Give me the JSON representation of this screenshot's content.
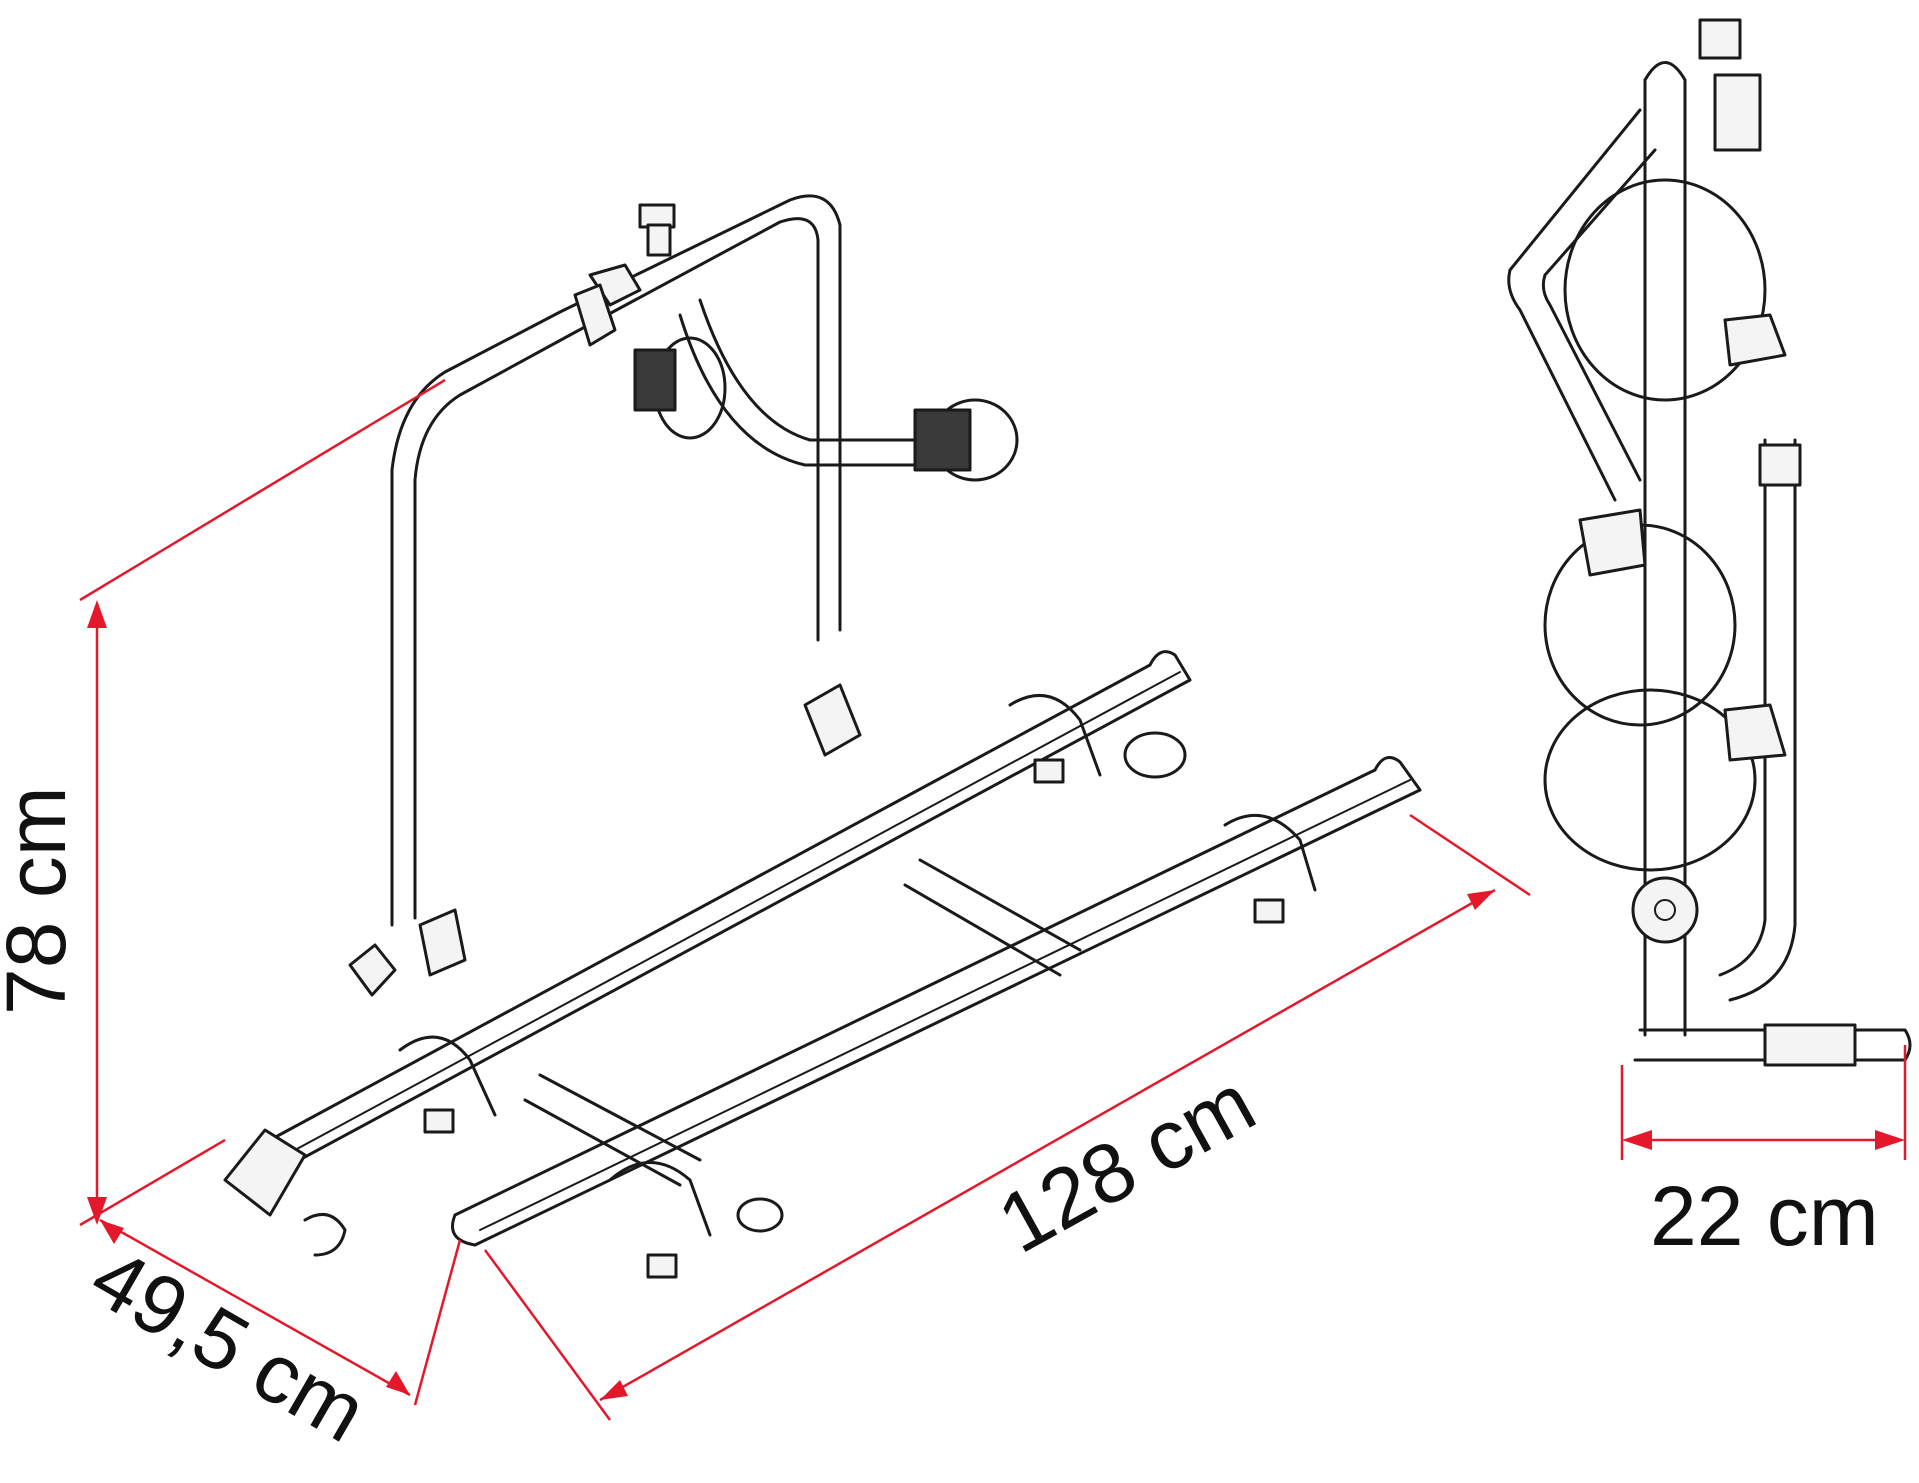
{
  "dimensions": {
    "height_label": "78 cm",
    "depth_label": "49,5 cm",
    "length_label": "128 cm",
    "side_width_label": "22 cm"
  },
  "colors": {
    "dimension_line": "#e3192b",
    "outline": "#1a1a1a",
    "text": "#111111"
  }
}
